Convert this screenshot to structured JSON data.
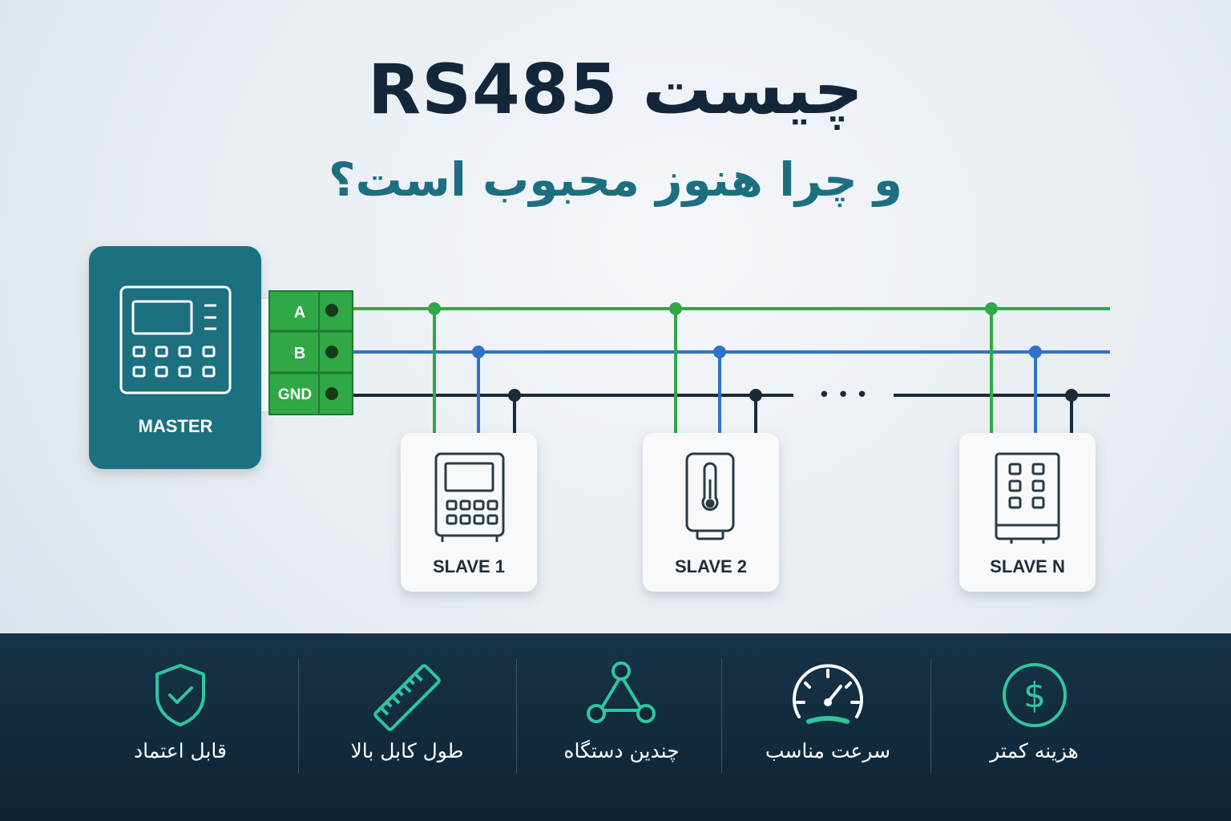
{
  "title": {
    "main": "چیست RS485",
    "sub": "و چرا هنوز محبوب است؟"
  },
  "master": {
    "label": "MASTER"
  },
  "terminals": [
    "A",
    "B",
    "GND"
  ],
  "ellipsis": "• • •",
  "slaves": [
    {
      "label": "SLAVE 1",
      "icon": "panel-meter-icon"
    },
    {
      "label": "SLAVE 2",
      "icon": "thermometer-icon"
    },
    {
      "label": "SLAVE N",
      "icon": "control-cabinet-icon"
    }
  ],
  "features": [
    {
      "label": "قابل اعتماد",
      "icon": "shield-check-icon"
    },
    {
      "label": "طول کابل بالا",
      "icon": "ruler-icon"
    },
    {
      "label": "چندین دستگاه",
      "icon": "network-triangle-icon"
    },
    {
      "label": "سرعت مناسب",
      "icon": "speedometer-icon"
    },
    {
      "label": "هزینه کمتر",
      "icon": "dollar-circle-icon"
    }
  ],
  "colors": {
    "line_a": "#2fa845",
    "line_b": "#2f72c9",
    "line_gnd": "#1b2a36",
    "master_bg": "#1a6f80",
    "accent": "#2fc6a0",
    "footer_bg": "#122b3e"
  }
}
